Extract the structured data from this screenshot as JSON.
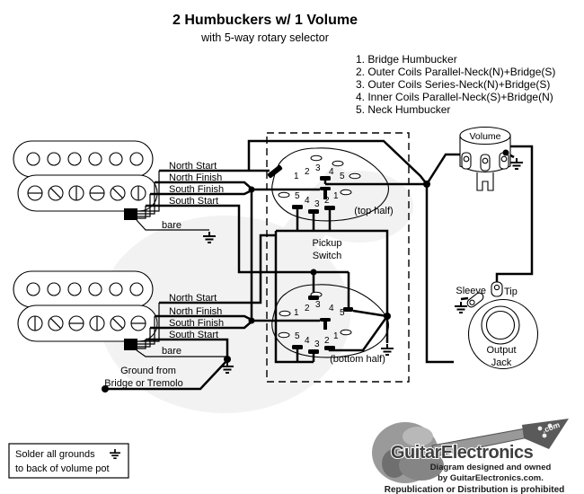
{
  "header": {
    "title": "2 Humbuckers w/ 1 Volume",
    "subtitle": "with 5-way rotary selector"
  },
  "positions": [
    "1. Bridge Humbucker",
    "2. Outer Coils Parallel-Neck(N)+Bridge(S)",
    "3. Outer Coils Series-Neck(N)+Bridge(S)",
    "4. Inner Coils Parallel-Neck(S)+Bridge(N)",
    "5. Neck Humbucker"
  ],
  "pickups": {
    "top": {
      "wires": [
        "North Start",
        "North Finish",
        "South Finish",
        "South Start"
      ],
      "bare": "bare"
    },
    "bottom": {
      "wires": [
        "North Start",
        "North Finish",
        "South Finish",
        "South Start"
      ],
      "bare": "bare",
      "ground_note_1": "Ground from",
      "ground_note_2": "Bridge or Tremolo"
    }
  },
  "switch": {
    "label_1": "Pickup",
    "label_2": "Switch",
    "top_half": {
      "caption": "(top half)",
      "upper": [
        "1",
        "2",
        "3",
        "4",
        "5"
      ],
      "lower": [
        "5",
        "4",
        "3",
        "2",
        "1"
      ]
    },
    "bottom_half": {
      "caption": "(bottom half)",
      "upper": [
        "1",
        "2",
        "3",
        "4",
        "5"
      ],
      "lower": [
        "5",
        "4",
        "3",
        "2",
        "1"
      ]
    }
  },
  "volume_pot": {
    "label": "Volume"
  },
  "output_jack": {
    "sleeve": "Sleeve",
    "tip": "Tip",
    "label_1": "Output",
    "label_2": "Jack"
  },
  "legend": {
    "line1": "Solder all grounds",
    "line2": "to back of volume pot"
  },
  "footer": {
    "brand": "GuitarElectronics",
    "brand_tld": ".com",
    "credit_1": "Diagram designed and owned",
    "credit_2": "by GuitarElectronics.com.",
    "notice": "Republication or Distribution is prohibited"
  },
  "colors": {
    "wire": "#000000",
    "logo_gray": "#8a8a8a",
    "logo_dark": "#4a4a4a"
  }
}
